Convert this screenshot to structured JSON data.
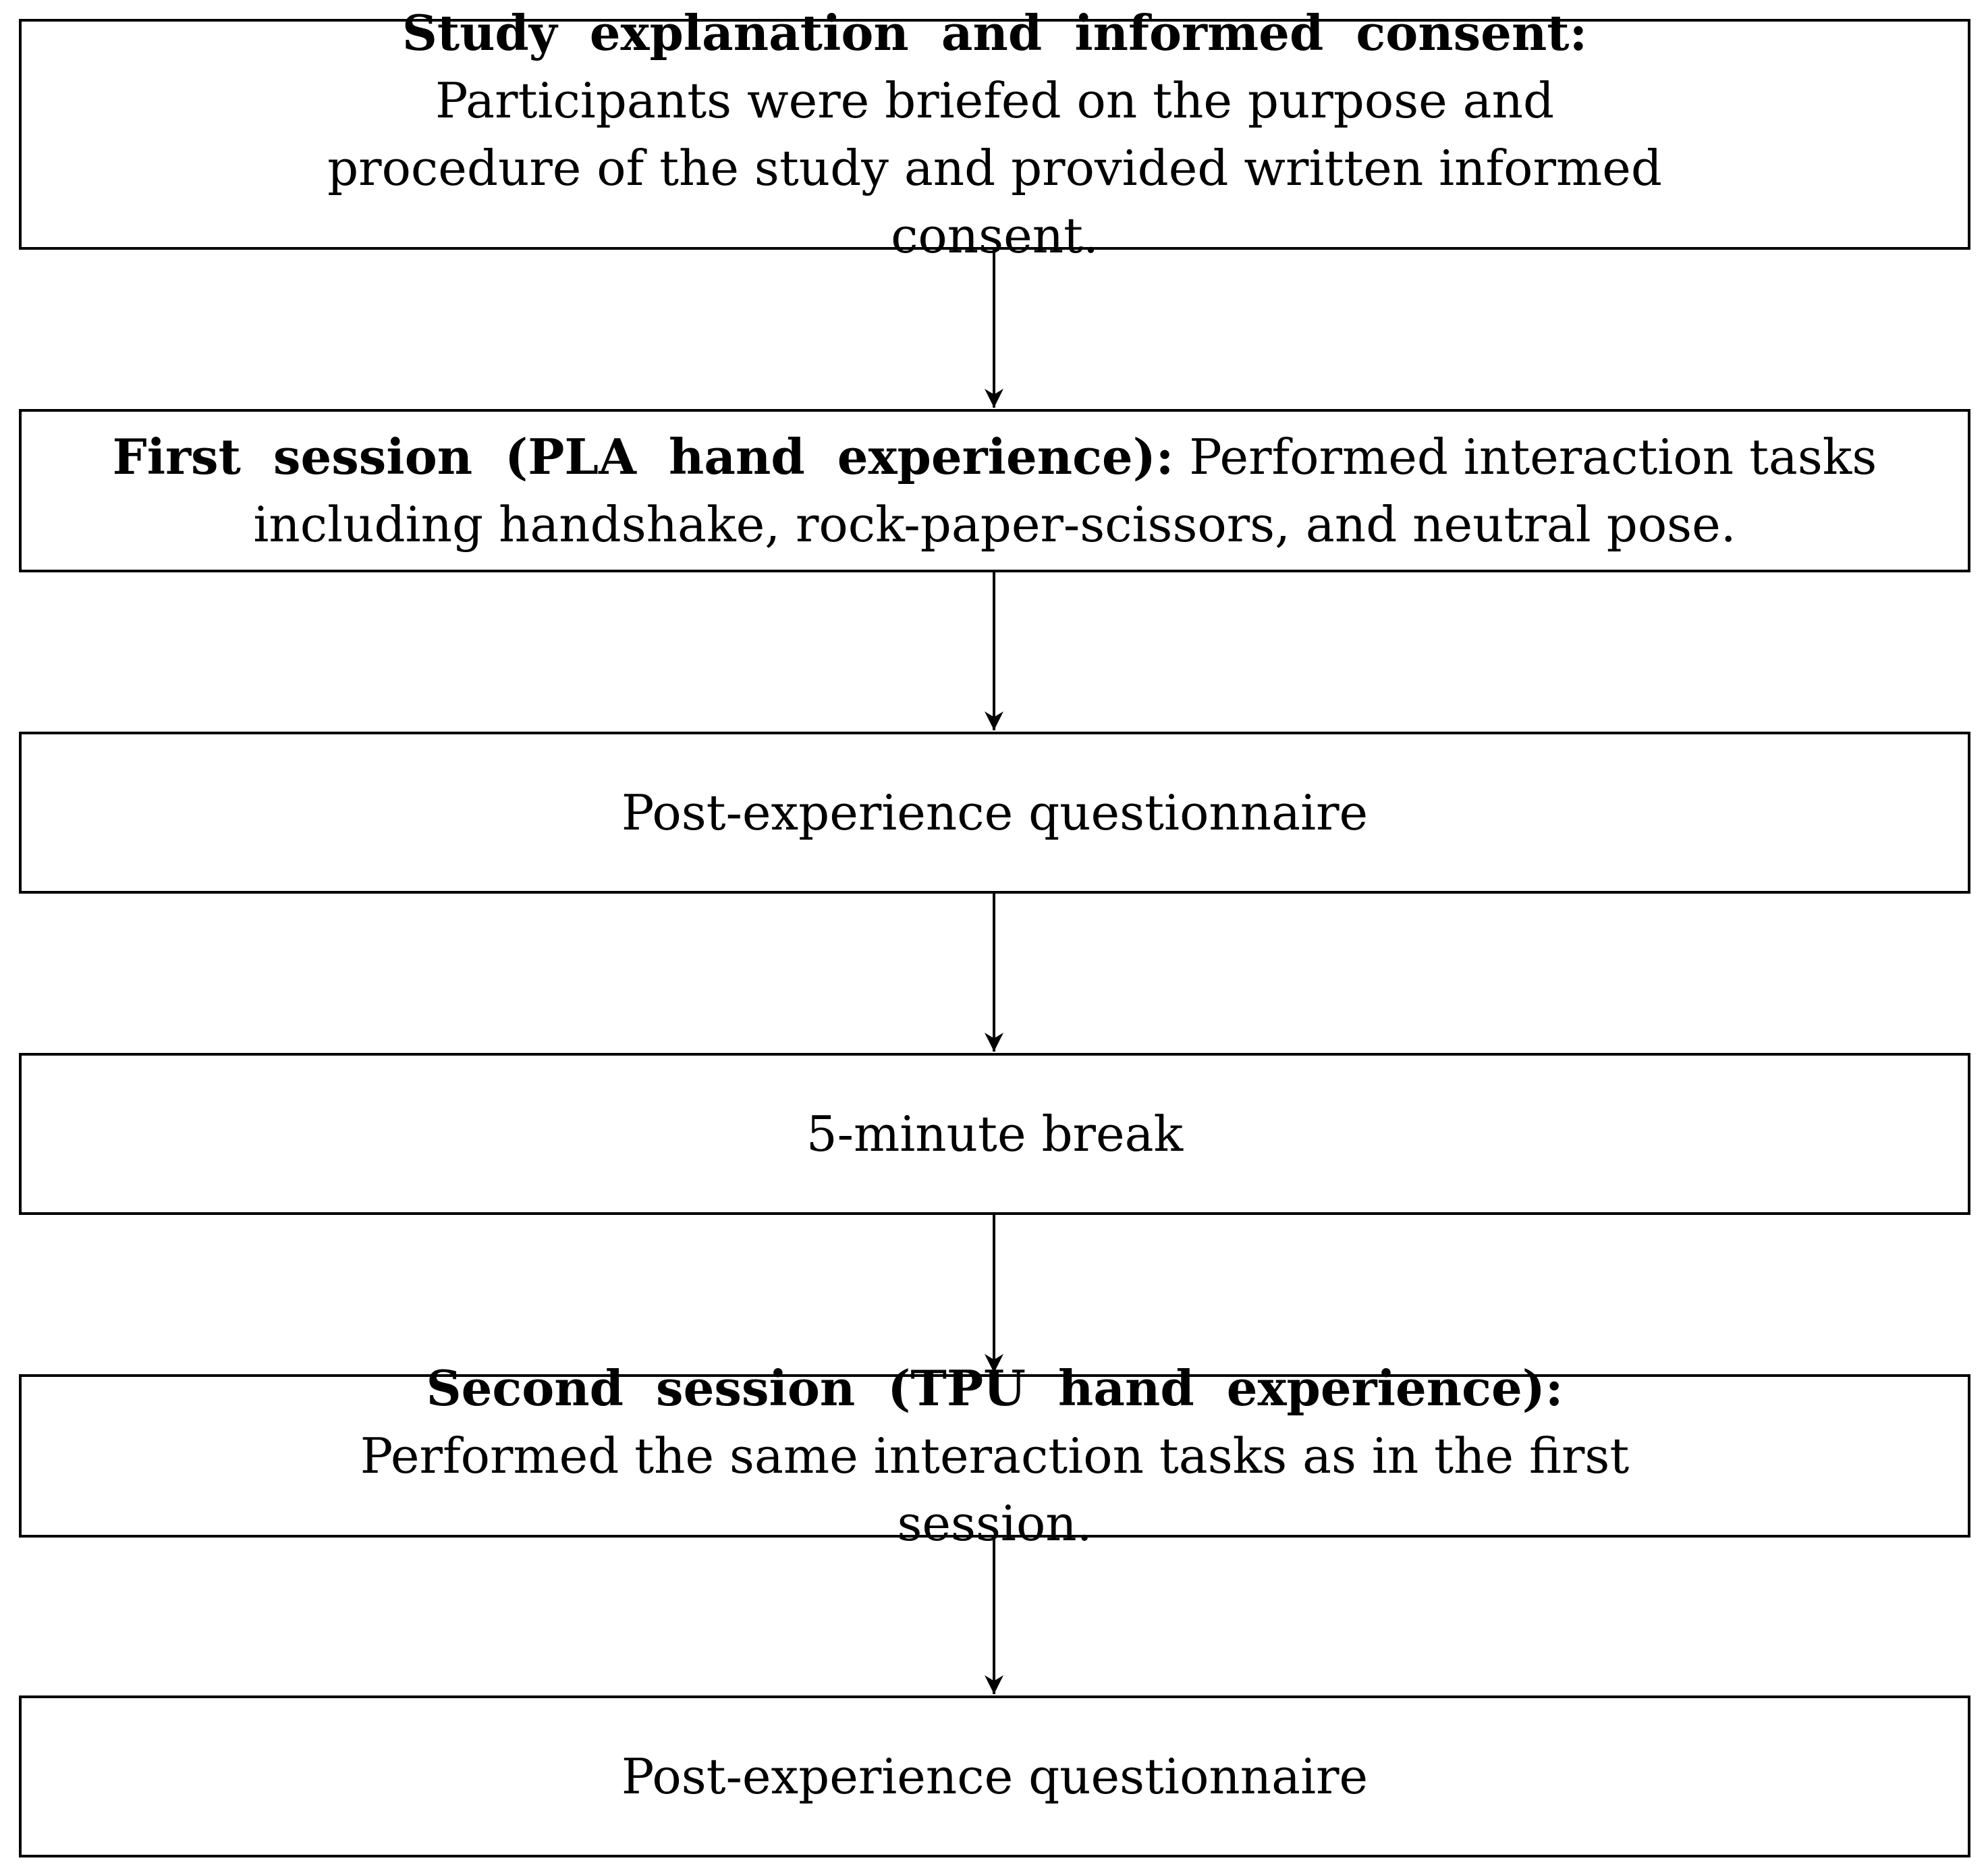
{
  "steps": [
    {
      "lead": "Study explanation and informed consent:",
      "text": "Participants were briefed on the purpose and procedure of the study and provided written informed consent."
    },
    {
      "lead": "First session (PLA hand experience):",
      "text": "Performed interaction tasks including handshake, rock-paper-scissors, and neutral pose."
    },
    {
      "lead": "",
      "text": "Post-experience questionnaire"
    },
    {
      "lead": "",
      "text": "5-minute break"
    },
    {
      "lead": "Second session (TPU hand experience):",
      "text": "Performed the same interaction tasks as in the first session."
    },
    {
      "lead": "",
      "text": "Post-experience questionnaire"
    }
  ],
  "colors": {
    "stroke": "#000000",
    "background": "#ffffff"
  }
}
